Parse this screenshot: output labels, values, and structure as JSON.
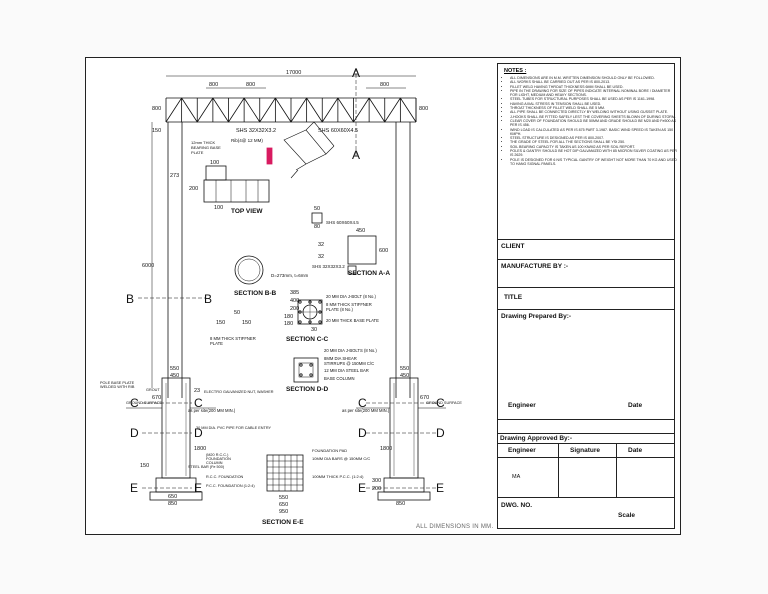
{
  "dims": {
    "total_span": "17000",
    "top_a": "800",
    "top_b": "800",
    "top_c": "800",
    "left_h": "800",
    "right_h": "800",
    "d150": "150",
    "d273": "273",
    "col_height": "6000",
    "d100": "100",
    "d200": "200",
    "d100b": "100",
    "d50": "50",
    "d80": "80",
    "d32": "32",
    "d32b": "32",
    "d450": "450",
    "d600": "600",
    "d385": "385",
    "d400": "400",
    "d200b": "200",
    "d180": "180",
    "d180b": "180",
    "d30": "30",
    "d50b": "50",
    "d150b": "150",
    "d150c": "150",
    "d550": "550",
    "d450b": "450",
    "d550r": "550",
    "d450r": "450",
    "d23": "23",
    "d670": "670",
    "d670r": "670",
    "d1800": "1800",
    "d1800r": "1800",
    "d150e": "150",
    "d300": "300",
    "d200e": "200",
    "d650": "650",
    "d850": "850",
    "d850r": "850",
    "d550e": "550",
    "d650e": "650",
    "d950": "950"
  },
  "labels": {
    "shs_32": "SHS 32X32X3.2",
    "shs_60": "SHS 60X60X4.5",
    "bearing_plate": "12mm THICK BEARING BASE PLATE",
    "rib": "Rib(4@ 12 MM)",
    "top_view": "TOP VIEW",
    "shs_60b": "SHS 60X60X4.5",
    "shs_32b": "SHS 32X32X3.2",
    "section_aa": "SECTION A-A",
    "pipe": "D=273mm, t=6mm",
    "section_bb": "SECTION B-B",
    "jbolt": "20 MM DIA J-BOLT (8 No.)",
    "stiffener": "8 MM THICK STIFFNER PLATE (8 No.)",
    "base_plate": "20 MM THICK BASE PLATE",
    "stiff2": "8 MM THICK STIFFNER PLATE",
    "section_cc": "SECTION C-C",
    "jbolts2": "20 MM DIA J-BOLTS (8 No.)",
    "stirrups": "8MM DIA SHEAR STIRRUPS @ 150MM C/C",
    "steel_bar": "12 MM DIA STEEL BAR",
    "base_col": "BASE COLUMN",
    "section_dd": "SECTION D-D",
    "pole_base": "POLE BASE PLATE WELDED WITH RIB",
    "grout": "GROUT",
    "ground": "GROUND SURFACE",
    "ground_r": "GROUND SURFACE",
    "as_per_site": "as per site(200 MM MIN.)",
    "as_per_site_r": "as per site(200 MM MIN.)",
    "electro": "ELECTRO GALVANIZED NUT, WASHER",
    "pvc": "30 MM DIA. PVC PIPE FOR CABLE ENTRY",
    "rcc_col": "(M20 R.C.C.) FOUNDATION COLUMN",
    "steel_bar2": "STEEL BAR (Fe 500)",
    "rcc_found": "R.C.C. FOUNDATION",
    "pcc_found": "P.C.C. FOUNDATION (1:2:4)",
    "found_pad": "FOUNDATION PAD",
    "dia_bars": "10MM DIA BARS @ 150MM C/C",
    "pcc_thick": "100MM THICK P.C.C. (1:2:4)",
    "section_ee": "SECTION E-E",
    "A": "A",
    "A2": "A",
    "B": "B",
    "B2": "B",
    "C": "C",
    "C2": "C",
    "C3": "C",
    "C4": "C",
    "D": "D",
    "D2": "D",
    "D3": "D",
    "D4": "D",
    "E": "E",
    "E2": "E",
    "E3": "E",
    "E4": "E"
  },
  "notes": {
    "title": "NOTES :",
    "items": [
      "ALL DIMENSIONS ARE IN M.M. WRITTEN DIMENSION SHOULD ONLY BE FOLLOWED.",
      "ALL WORKS SHALL BE CARRIED OUT AS PER IS 800-2013.",
      "FILLET WELD HAVING THROAT THICKNESS 6MM SHALL BE USED.",
      "PIPE IN THE DRAWING FOR SIZE OF PIPES INDICATE INTERNAL NOMINAL BORE / DIAMETER FOR LIGHT, MEDIUM AND HEAVY SECTIONS.",
      "STEEL TUBES FOR STRUCTURAL PURPOSES SHALL BE USED AS PER IS 1161-1998.",
      "HAVING AXIAL STRESS IN TENSION SHALL BE USED.",
      "THROAT THICKNESS OF FILLET WELD SHALL BE 5 MM.",
      "ALL PIPE SHALL BE CONNECTED DIRECTLY BY WELDING WITHOUT USING GUSSET PLATE.",
      "J-HOOKS SHALL BE FITTED SAFELY LEST THE COVERING SHEETS BLOWN OF DURING STORM.",
      "CLEAR COVER OF FOUNDATION SHOULD BE 50MM AND GRADE SHOULD BE M20 AND Fe500 AS PER IS 456.",
      "WIND LOAD IS CALCULATED AS PER IS 875 PART 3-1987. BASIC WIND SPEED IS TAKEN AS 150 KMPH.",
      "STEEL STRUCTURE IS DESIGNED AS PER IS 800-2007.",
      "THE GRADE OF STEEL FOR ALL THE SECTIONS SHALL BE YSt 250.",
      "SOIL BEARING CAPACITY IS TAKEN AS 100 KN/M2 AS PER SOIL REPORT.",
      "POLES & GANTRY SHOULD BE HOT DIP GALVANIZED WITH 85 MICRON SILVER COATING AS PER IS 2629.",
      "POLE IS DESIGNED FOR 6 N/S TYPICAL GANTRY OF WEIGHT NOT MORE THAN 70 KG AND USED TO HANG SIGNAL PANELS."
    ]
  },
  "title_block": {
    "client": "CLIENT",
    "manufacture": "MANUFACTURE BY :-",
    "title": "TITLE",
    "prepared": "Drawing Prepared By:-",
    "engineer": "Engineer",
    "date": "Date",
    "approved": "Drawing Approved By:-",
    "engineer2": "Engineer",
    "signature": "Signature",
    "date2": "Date",
    "ma": "MA",
    "dwg": "DWG. NO.",
    "scale": "Scale"
  },
  "footer": "ALL DIMENSIONS IN MM."
}
